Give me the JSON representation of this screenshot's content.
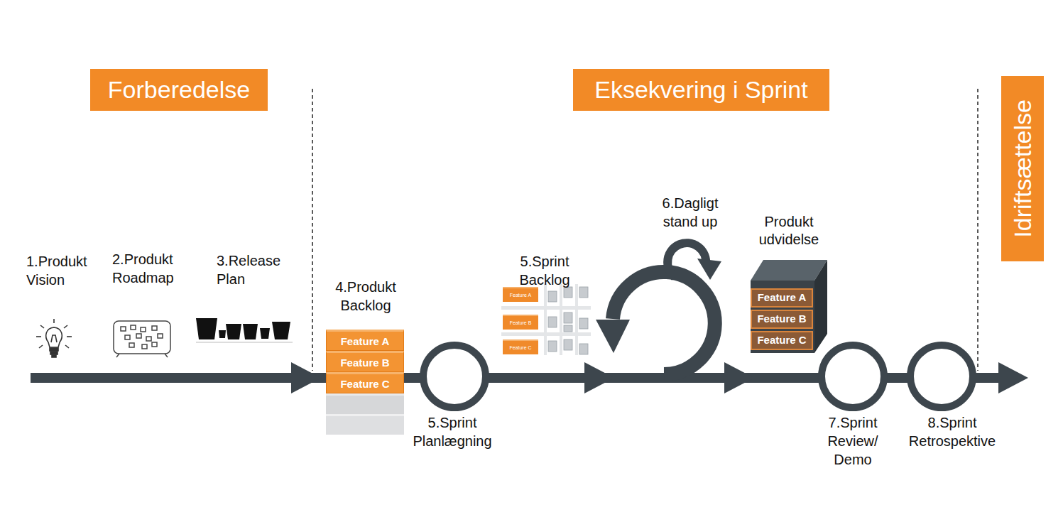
{
  "diagram": {
    "nodes": [
      {
        "text": [
          "Forberedelse"
        ]
      },
      {
        "text": [
          "Eksekvering i Sprint"
        ]
      },
      {
        "text": [
          "Idriftsættelse"
        ]
      },
      {
        "text": [
          "Feature A"
        ]
      },
      {
        "text": [
          "Feature B"
        ]
      },
      {
        "text": [
          "Feature C"
        ]
      },
      {
        "text": [
          "Feature A"
        ]
      },
      {
        "text": [
          "Feature B"
        ]
      },
      {
        "text": [
          "Feature C"
        ]
      },
      {
        "text": [
          "Produkt udvidelse"
        ]
      },
      {
        "text": [
          "Feature A"
        ],
        "in": 9
      },
      {
        "text": [
          "Feature B"
        ],
        "in": 9
      },
      {
        "text": [
          "Feature C"
        ],
        "in": 9
      }
    ],
    "labels": [
      "1.Produkt Vision",
      "2.Produkt Roadmap",
      "3.Release Plan",
      "4.Produkt Backlog",
      "5.Sprint Backlog",
      "6.Dagligt stand up",
      "5.Sprint Planlægning",
      "7.Sprint Review/ Demo",
      "8.Sprint Retrospektive"
    ]
  }
}
